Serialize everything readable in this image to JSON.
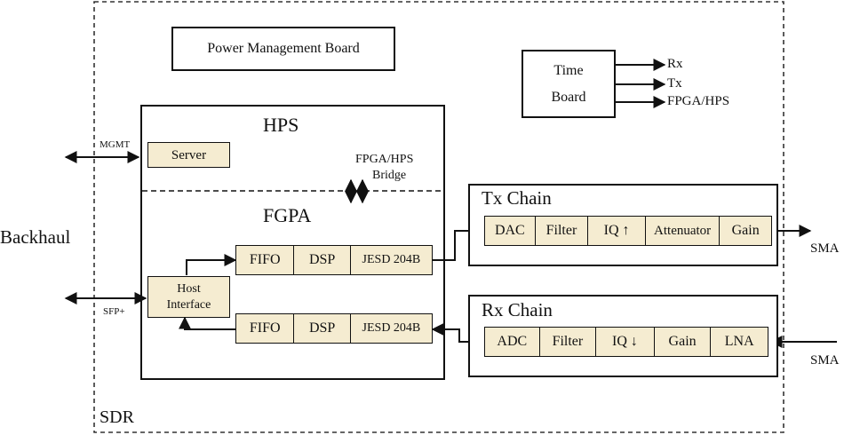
{
  "sdr": {
    "label": "SDR"
  },
  "power_board": {
    "label": "Power Management Board"
  },
  "time_board": {
    "line1": "Time",
    "line2": "Board",
    "outputs": [
      "Rx",
      "Tx",
      "FPGA/HPS"
    ]
  },
  "hps": {
    "title": "HPS",
    "server": "Server",
    "bridge_line1": "FPGA/HPS",
    "bridge_line2": "Bridge"
  },
  "fpga": {
    "title": "FGPA",
    "host_line1": "Host",
    "host_line2": "Interface",
    "tx_path": [
      "FIFO",
      "DSP",
      "JESD 204B"
    ],
    "rx_path": [
      "FIFO",
      "DSP",
      "JESD 204B"
    ]
  },
  "tx_chain": {
    "title": "Tx Chain",
    "blocks": [
      "DAC",
      "Filter",
      "IQ ↑",
      "Attenuator",
      "Gain"
    ],
    "output": "SMA"
  },
  "rx_chain": {
    "title": "Rx Chain",
    "blocks": [
      "ADC",
      "Filter",
      "IQ ↓",
      "Gain",
      "LNA"
    ],
    "input": "SMA"
  },
  "backhaul": {
    "label": "Backhaul",
    "mgmt": "MGMT",
    "sfp": "SFP+"
  }
}
